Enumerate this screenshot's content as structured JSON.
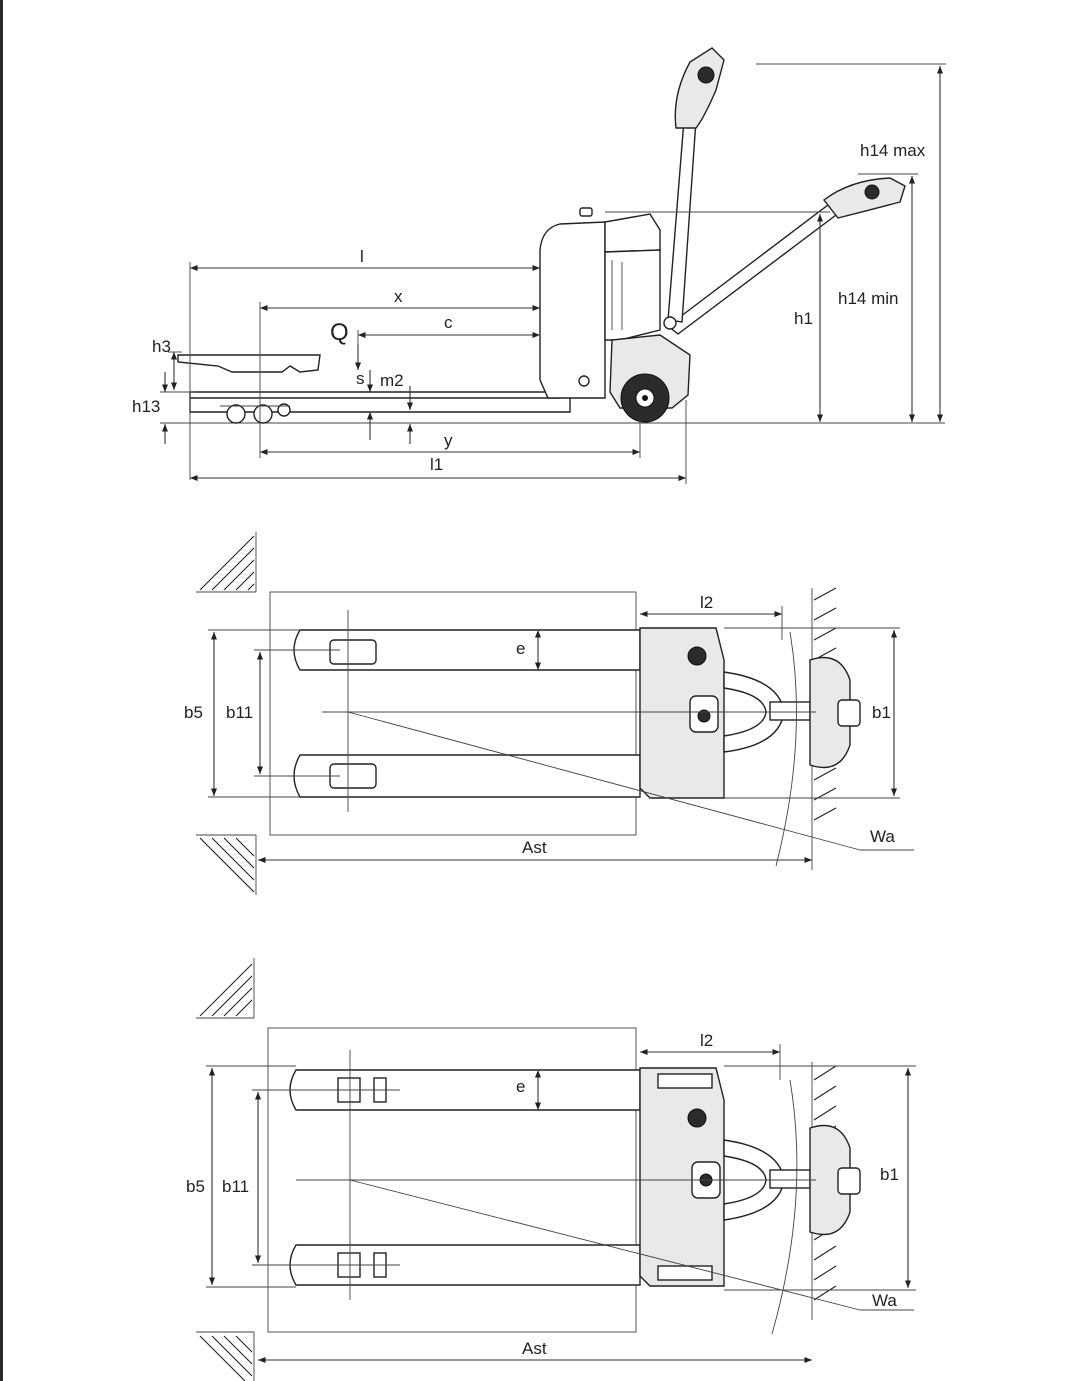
{
  "side_view": {
    "labels": {
      "h14_max": "h14 max",
      "h14_min": "h14 min",
      "h1": "h1",
      "l": "l",
      "x": "x",
      "c": "c",
      "Q": "Q",
      "h3": "h3",
      "h13": "h13",
      "s": "s",
      "m2": "m2",
      "y": "y",
      "l1": "l1"
    }
  },
  "top_view_1": {
    "labels": {
      "l2": "l2",
      "e": "e",
      "b5": "b5",
      "b11": "b11",
      "b1": "b1",
      "Wa": "Wa",
      "Ast": "Ast"
    }
  },
  "top_view_2": {
    "labels": {
      "l2": "l2",
      "e": "e",
      "b5": "b5",
      "b11": "b11",
      "b1": "b1",
      "Wa": "Wa",
      "Ast": "Ast"
    }
  },
  "colors": {
    "line": "#222222",
    "background": "#ffffff",
    "fill_light": "#e9e9e9"
  }
}
